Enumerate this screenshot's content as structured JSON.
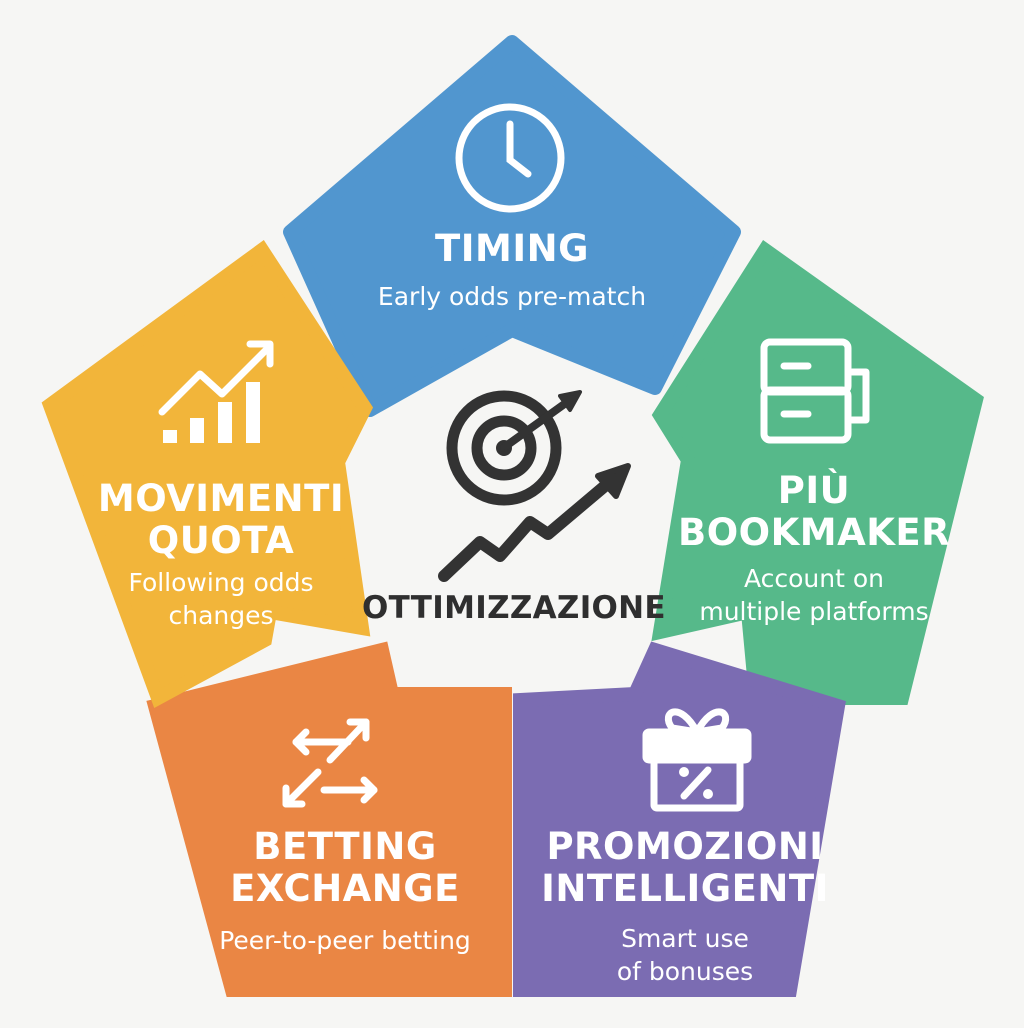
{
  "center": {
    "label": "OTTIMIZZAZIONE",
    "icon": "target-growth-icon",
    "color": "#333333"
  },
  "segments": [
    {
      "id": "timing",
      "title": "TIMING",
      "description": "Early odds pre-match",
      "icon": "clock-icon",
      "color": "#5196cf"
    },
    {
      "id": "piu-bookmaker",
      "title": "PIÙ\nBOOKMAKER",
      "description": "Account on\nmultiple platforms",
      "icon": "accounts-icon",
      "color": "#56b98a"
    },
    {
      "id": "promozioni",
      "title": "PROMOZIONI\nINTELLIGENTI",
      "description": "Smart use\nof bonuses",
      "icon": "gift-percent-icon",
      "color": "#7b6cb2"
    },
    {
      "id": "betting-exchange",
      "title": "BETTING\nEXCHANGE",
      "description": "Peer-to-peer betting",
      "icon": "exchange-arrows-icon",
      "color": "#ea8644"
    },
    {
      "id": "movimenti-quota",
      "title": "MOVIMENTI\nQUOTA",
      "description": "Following odds\nchanges",
      "icon": "rising-chart-icon",
      "color": "#f2b53a"
    }
  ]
}
